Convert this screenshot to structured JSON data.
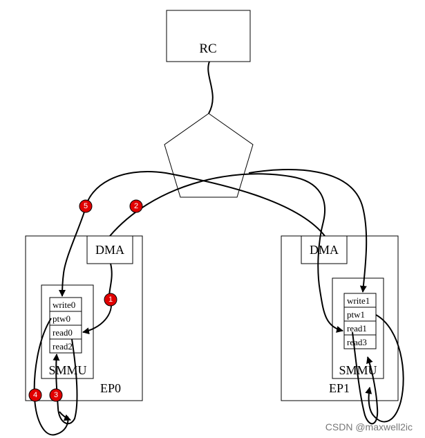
{
  "diagram": {
    "rc_label": "RC",
    "ep0_label": "EP0",
    "ep1_label": "EP1",
    "ep0_dma_label": "DMA",
    "ep1_dma_label": "DMA",
    "ep0_smmu_label": "SMMU",
    "ep1_smmu_label": "SMMU",
    "ep0_smmu_entries": [
      "write0",
      "ptw0",
      "read0",
      "read2"
    ],
    "ep1_smmu_entries": [
      "write1",
      "ptw1",
      "read1",
      "read3"
    ],
    "step_markers": [
      "1",
      "2",
      "3",
      "4",
      "5"
    ]
  },
  "watermark": "CSDN @maxwell2ic"
}
